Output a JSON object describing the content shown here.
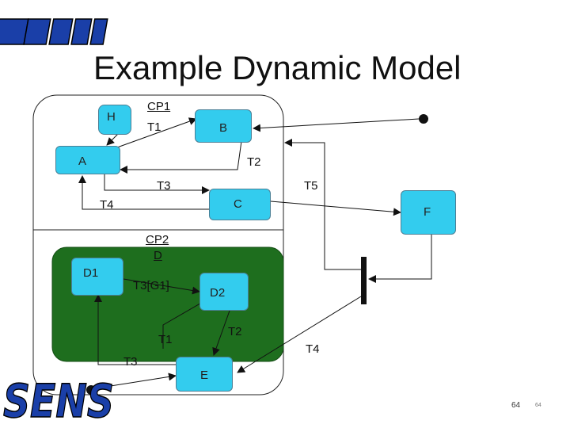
{
  "slide": {
    "title": "Example Dynamic Model",
    "page_number": "64",
    "page_number_small": "64"
  },
  "logo": {
    "text": "SENS"
  },
  "states": {
    "H": "H",
    "A": "A",
    "B": "B",
    "C": "C",
    "D1": "D1",
    "D2": "D2",
    "E": "E",
    "F": "F"
  },
  "transitions": {
    "cp1": "CP1",
    "t1_top": "T1",
    "t2_top": "T2",
    "t3_mid": "T3",
    "t5": "T5",
    "t4_left": "T4",
    "cp2": "CP2",
    "d_label": "D",
    "t3g1": "T3[G1]",
    "t1_bottom": "T1",
    "t2_bottom": "T2",
    "t3_bottom": "T3",
    "t4_right": "T4"
  },
  "colors": {
    "state_fill": "#33ccee",
    "composite_fill": "#1e6e1e",
    "line": "#111111",
    "logo_blue": "#1a3fa8"
  }
}
